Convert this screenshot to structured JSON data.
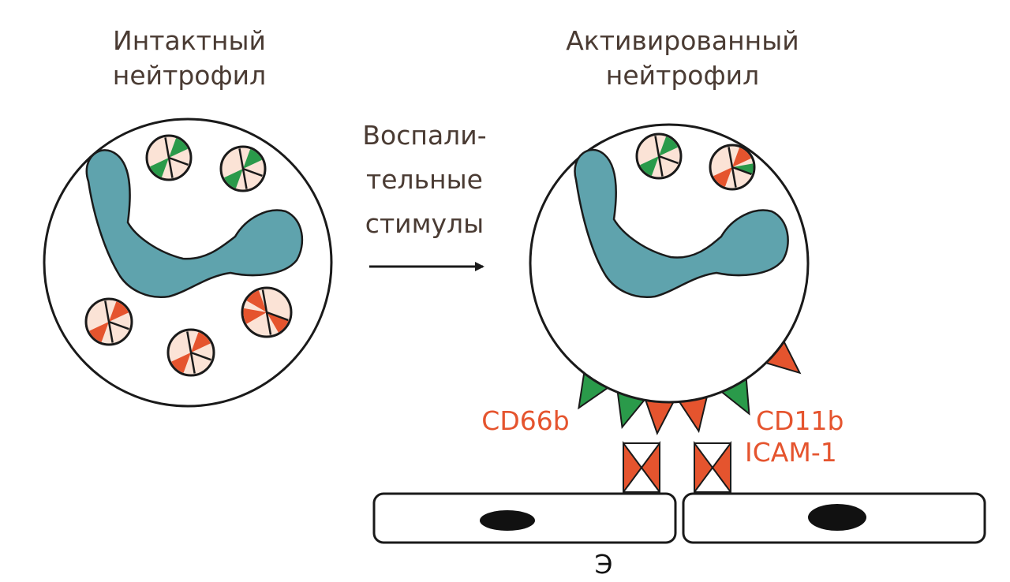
{
  "labels": {
    "intact_line1": "Интактный",
    "intact_line2": "нейтрофил",
    "activated_line1": "Активированный",
    "activated_line2": "нейтрофил",
    "stimulus_line1": "Воспали-",
    "stimulus_line2": "тельные",
    "stimulus_line3": "стимулы",
    "cd66b": "CD66b",
    "cd11b": "CD11b",
    "icam1": "ICAM-1",
    "endothelium_partial": "Э"
  },
  "colors": {
    "nucleus": "#5fa3ad",
    "granule_fill": "#fbe3d6",
    "green_marker": "#2a9a4a",
    "orange_marker": "#e5542e",
    "outline": "#1a1a1a",
    "label_text": "#4a3b33",
    "marker_label_text": "#e5542e"
  }
}
